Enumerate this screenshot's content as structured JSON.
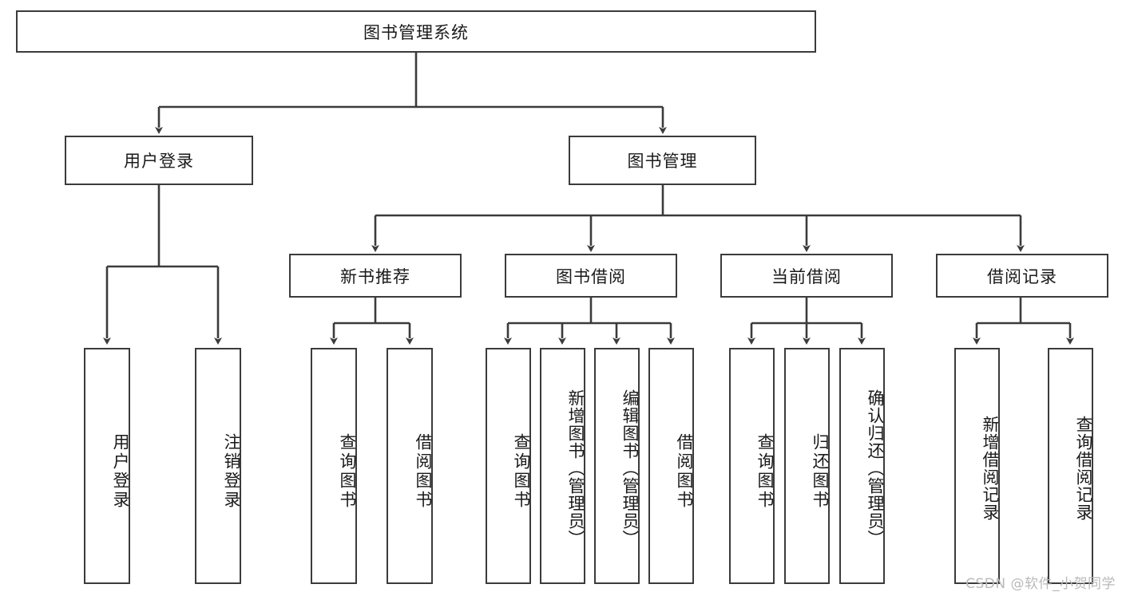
{
  "diagram": {
    "title": "图书管理系统",
    "type": "tree-hierarchy",
    "background_color": "#ffffff",
    "line_color": "#3b3b3b",
    "box_border_color": "#3b3b3b",
    "text_color": "#1a1a1a"
  },
  "watermark": {
    "text": "CSDN @软件_小贺同学",
    "color": "#b9b9b9"
  },
  "nodes": {
    "root": {
      "label": "图书管理系统"
    },
    "level2": [
      {
        "label": "用户登录"
      },
      {
        "label": "图书管理"
      }
    ],
    "level3": [
      {
        "label": "新书推荐"
      },
      {
        "label": "图书借阅"
      },
      {
        "label": "当前借阅"
      },
      {
        "label": "借阅记录"
      }
    ],
    "leaves": {
      "user_login": [
        {
          "label": "用户登录"
        },
        {
          "label": "注销登录"
        }
      ],
      "new_book_recommend": [
        {
          "label": "查询图书"
        },
        {
          "label": "借阅图书"
        }
      ],
      "book_borrow": [
        {
          "label": "查询图书"
        },
        {
          "label": "新增图书（管理员）"
        },
        {
          "label": "编辑图书（管理员）"
        },
        {
          "label": "借阅图书"
        }
      ],
      "current_borrow": [
        {
          "label": "查询图书"
        },
        {
          "label": "归还图书"
        },
        {
          "label": "确认归还（管理员）"
        }
      ],
      "borrow_record": [
        {
          "label": "新增借阅记录"
        },
        {
          "label": "查询借阅记录"
        }
      ]
    }
  }
}
